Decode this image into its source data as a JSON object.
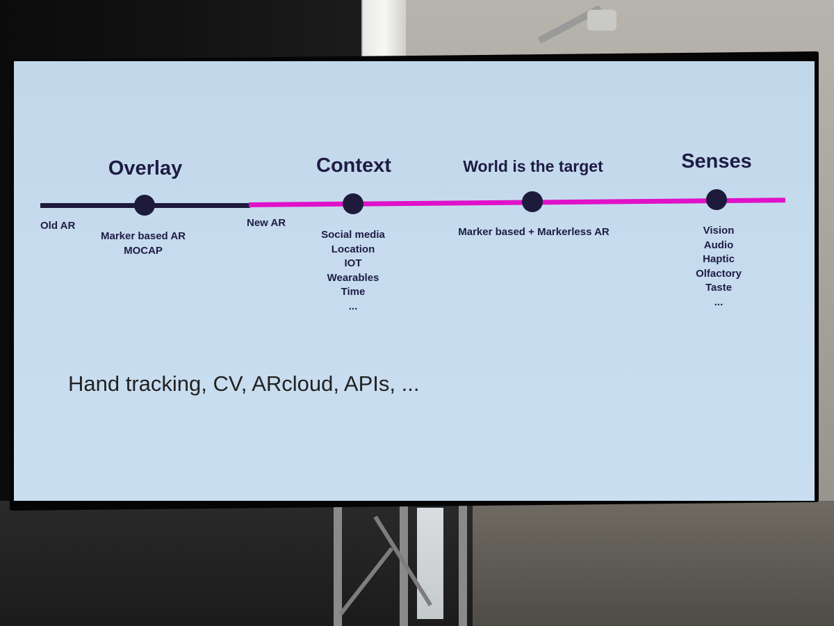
{
  "slide": {
    "milestones": [
      {
        "title": "Overlay",
        "details": [
          "Marker based AR",
          "MOCAP"
        ]
      },
      {
        "title": "Context",
        "details": [
          "Social media",
          "Location",
          "IOT",
          "Wearables",
          "Time",
          "..."
        ]
      },
      {
        "title": "World is the target",
        "details": [
          "Marker based + Markerless AR"
        ]
      },
      {
        "title": "Senses",
        "details": [
          "Vision",
          "Audio",
          "Haptic",
          "Olfactory",
          "Taste",
          "..."
        ]
      }
    ],
    "eras": {
      "old": "Old AR",
      "new": "New AR"
    },
    "footnote": "Hand tracking, CV, ARcloud, APIs, ...",
    "colors": {
      "old_line": "#1d1a3c",
      "new_line": "#e011c8",
      "dot": "#1d1a3c",
      "screen": "#c6dcee",
      "text": "#1f1b45"
    }
  }
}
